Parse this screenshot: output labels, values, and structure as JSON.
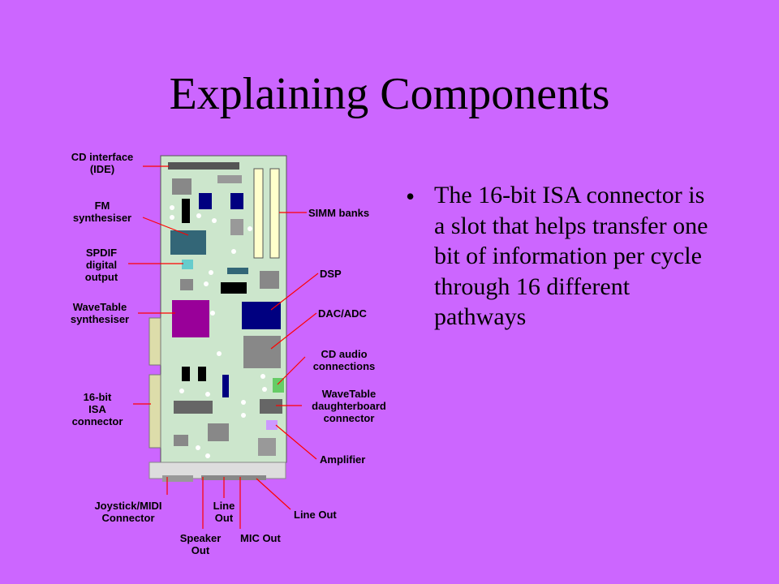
{
  "slide": {
    "title": "Explaining Components",
    "bullet": "The 16-bit ISA connector is a slot that helps transfer one bit of information per cycle through 16 different pathways"
  },
  "labels": {
    "cd_interface": [
      "CD interface",
      "(IDE)"
    ],
    "fm": [
      "FM",
      "synthesiser"
    ],
    "spdif": [
      "SPDIF",
      "digital",
      "output"
    ],
    "wavetable_synth": [
      "WaveTable",
      "synthesiser"
    ],
    "isa": [
      "16-bit",
      "ISA",
      "connector"
    ],
    "simm": "SIMM banks",
    "dsp": "DSP",
    "dac": "DAC/ADC",
    "cd_audio": [
      "CD audio",
      "connections"
    ],
    "wt_daughter": [
      "WaveTable",
      "daughterboard",
      "connector"
    ],
    "amplifier": "Amplifier",
    "line_out_right": "Line Out",
    "joystick": [
      "Joystick/MIDI",
      "Connector"
    ],
    "line_out_bottom": [
      "Line",
      "Out"
    ],
    "speaker": [
      "Speaker",
      "Out"
    ],
    "mic": "MIC Out"
  },
  "colors": {
    "background": "#cc66ff",
    "board": "#cce6cc",
    "leader_lines": "#ff0000",
    "dsp_chip": "#000080",
    "wavetable_chip": "#990099"
  }
}
